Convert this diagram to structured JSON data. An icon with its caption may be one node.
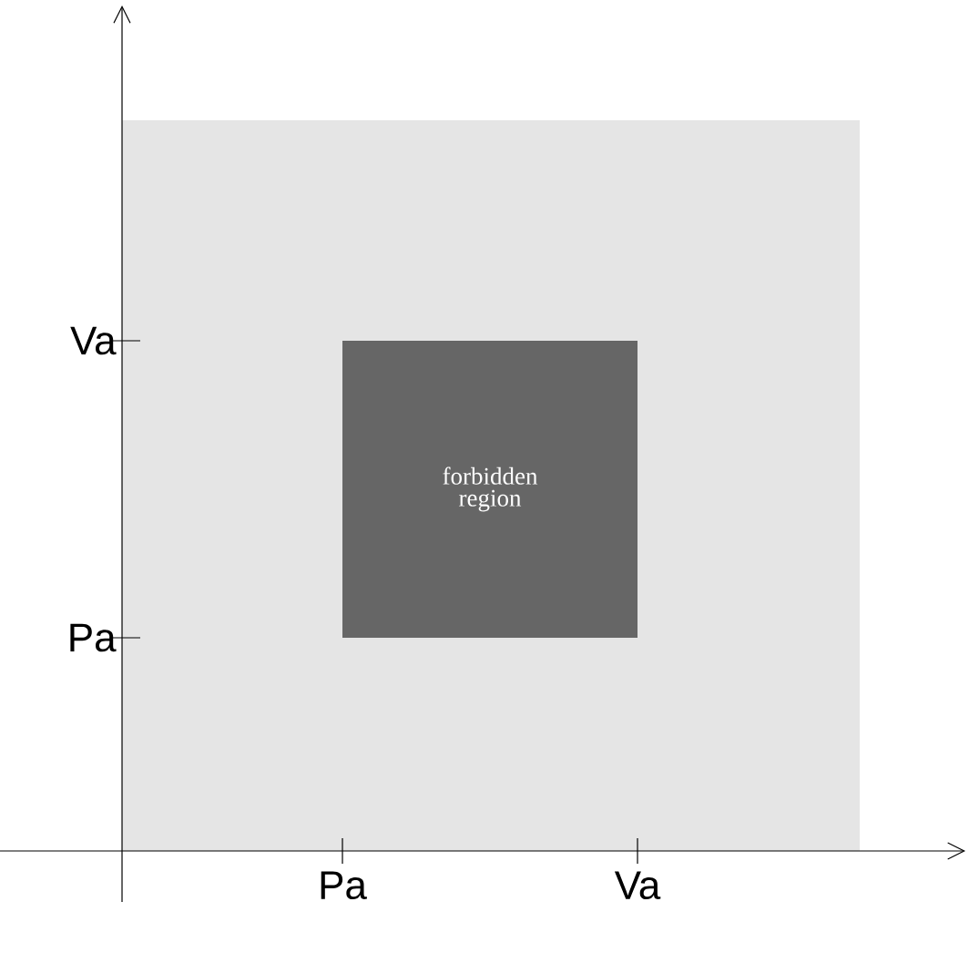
{
  "diagram": {
    "nodes": [
      {
        "text": [],
        "shape": "box"
      },
      {
        "text": [
          "forbidden region"
        ],
        "in": 0
      }
    ],
    "labels": [
      "Va",
      "Pa",
      "Pa",
      "Va"
    ]
  }
}
